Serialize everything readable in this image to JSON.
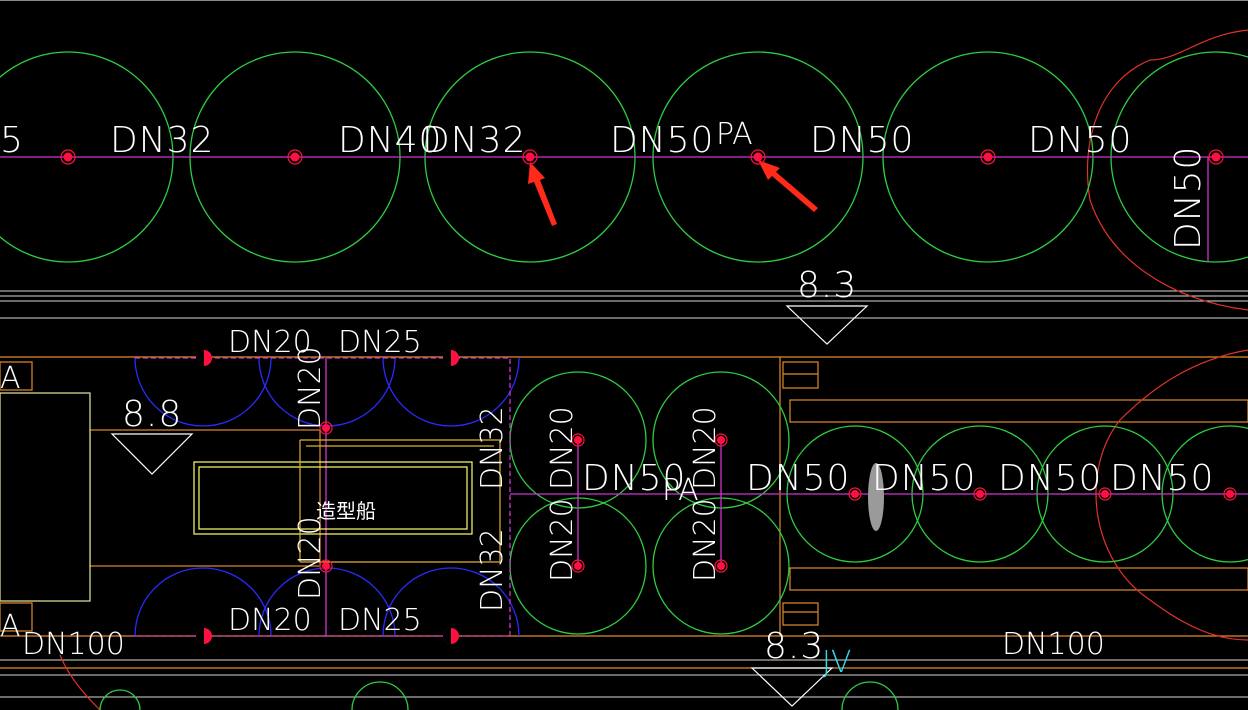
{
  "colors": {
    "background": "#000000",
    "sprinkler_circle": "#2ecc40",
    "pipe_magenta": "#cc33cc",
    "head_red": "#ff1040",
    "wall_orange": "#e08a2c",
    "arrow_red": "#ff2a1a",
    "blue_arc": "#2a2aff",
    "yellow_box": "#ffff66",
    "elev_cyan": "#35d6e8"
  },
  "top_row": {
    "labels": [
      "5",
      "DN32",
      "DN40",
      "DN32",
      "DN50",
      "PA",
      "DN50",
      "DN50",
      "DN50"
    ],
    "elevation": "8.3"
  },
  "middle_left": {
    "labels": [
      "DN20",
      "DN25",
      "DN20",
      "DN20",
      "DN25",
      "DN20",
      "DN32",
      "DN32",
      "DN100"
    ],
    "elevation": "8.8",
    "edge_label_a": "A",
    "edge_label_a2": "A",
    "box_text": "造型船"
  },
  "middle_right": {
    "labels": [
      "DN50",
      "DN50",
      "DN50",
      "DN50",
      "DN50",
      "DN20",
      "DN20",
      "DN20",
      "DN20",
      "PA",
      "DN100"
    ],
    "elevation": "8.3",
    "elevation_tag": "JV"
  },
  "icons": [
    "sprinkler-head-icon",
    "red-arrow-icon",
    "elevation-marker-icon"
  ]
}
